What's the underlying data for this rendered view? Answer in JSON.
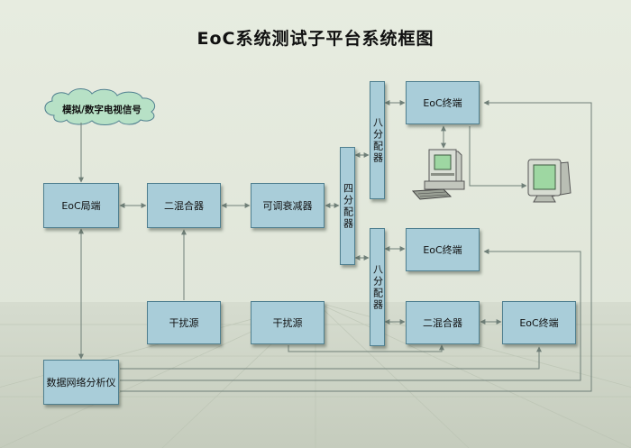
{
  "title": "EoC系统测试子平台系统框图",
  "nodes": {
    "signal": "模拟/数字电视信号",
    "eoc_head": "EoC局端",
    "mixer_a": "二混合器",
    "attenuator": "可调衰减器",
    "splitter4": "四分配器",
    "splitter8_top": "八分配器",
    "splitter8_bottom": "八分配器",
    "terminal_1": "EoC终端",
    "terminal_2": "EoC终端",
    "terminal_3": "EoC终端",
    "interference_a": "干扰源",
    "interference_b": "干扰源",
    "mixer_b": "二混合器",
    "analyzer": "数据网络分析仪"
  },
  "colors": {
    "box_fill": "#a9cdd9",
    "box_border": "#4f7f8f",
    "line": "#6f7f78",
    "cloud_fill": "#b7e1c6"
  },
  "icons": [
    "desktop-computer-icon",
    "crt-monitor-icon"
  ]
}
